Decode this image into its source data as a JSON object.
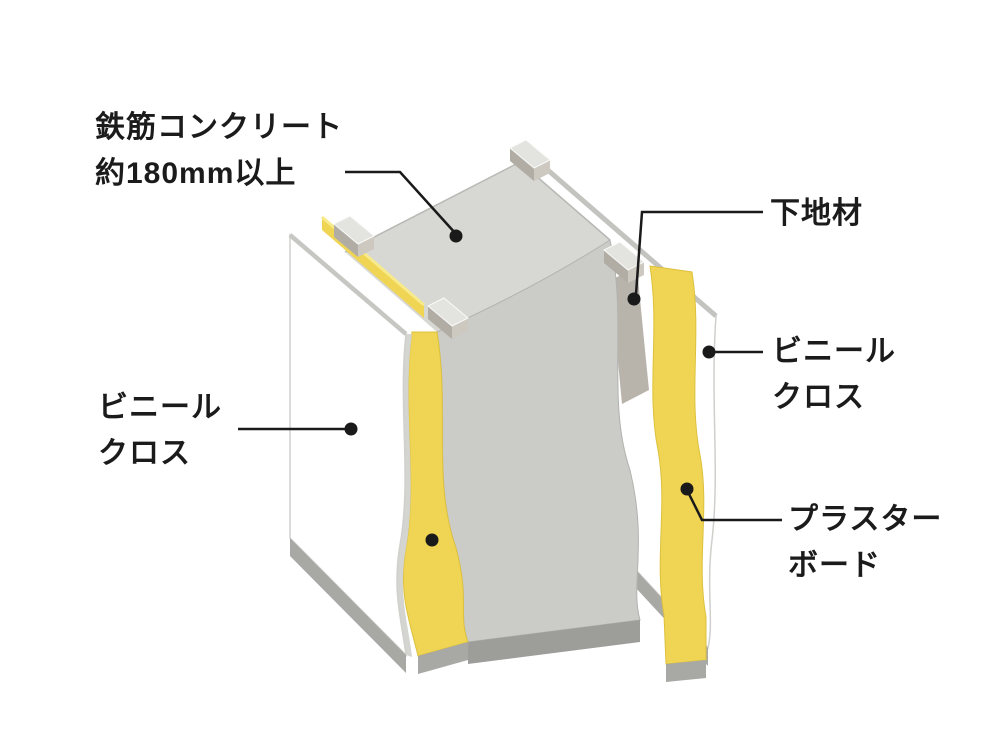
{
  "diagram": {
    "labels": {
      "concrete": {
        "line1": "鉄筋コンクリート",
        "line2": "約180mm以上"
      },
      "base_material": {
        "text": "下地材"
      },
      "vinyl_cloth_right": {
        "line1": "ビニール",
        "line2": "クロス"
      },
      "vinyl_cloth_left": {
        "line1": "ビニール",
        "line2": "クロス"
      },
      "plasterboard": {
        "line1": "プラスター",
        "line2": "ボード"
      }
    },
    "colors": {
      "plasterboard_yellow": "#F0D453",
      "plasterboard_edge": "#DCC13E",
      "concrete_top": "#D7D7D4",
      "concrete_face": "#CBCBC8",
      "panel_white": "#FFFFFF",
      "shadow_gray": "#A8A8A5",
      "leader_black": "#1A1A1A"
    }
  }
}
